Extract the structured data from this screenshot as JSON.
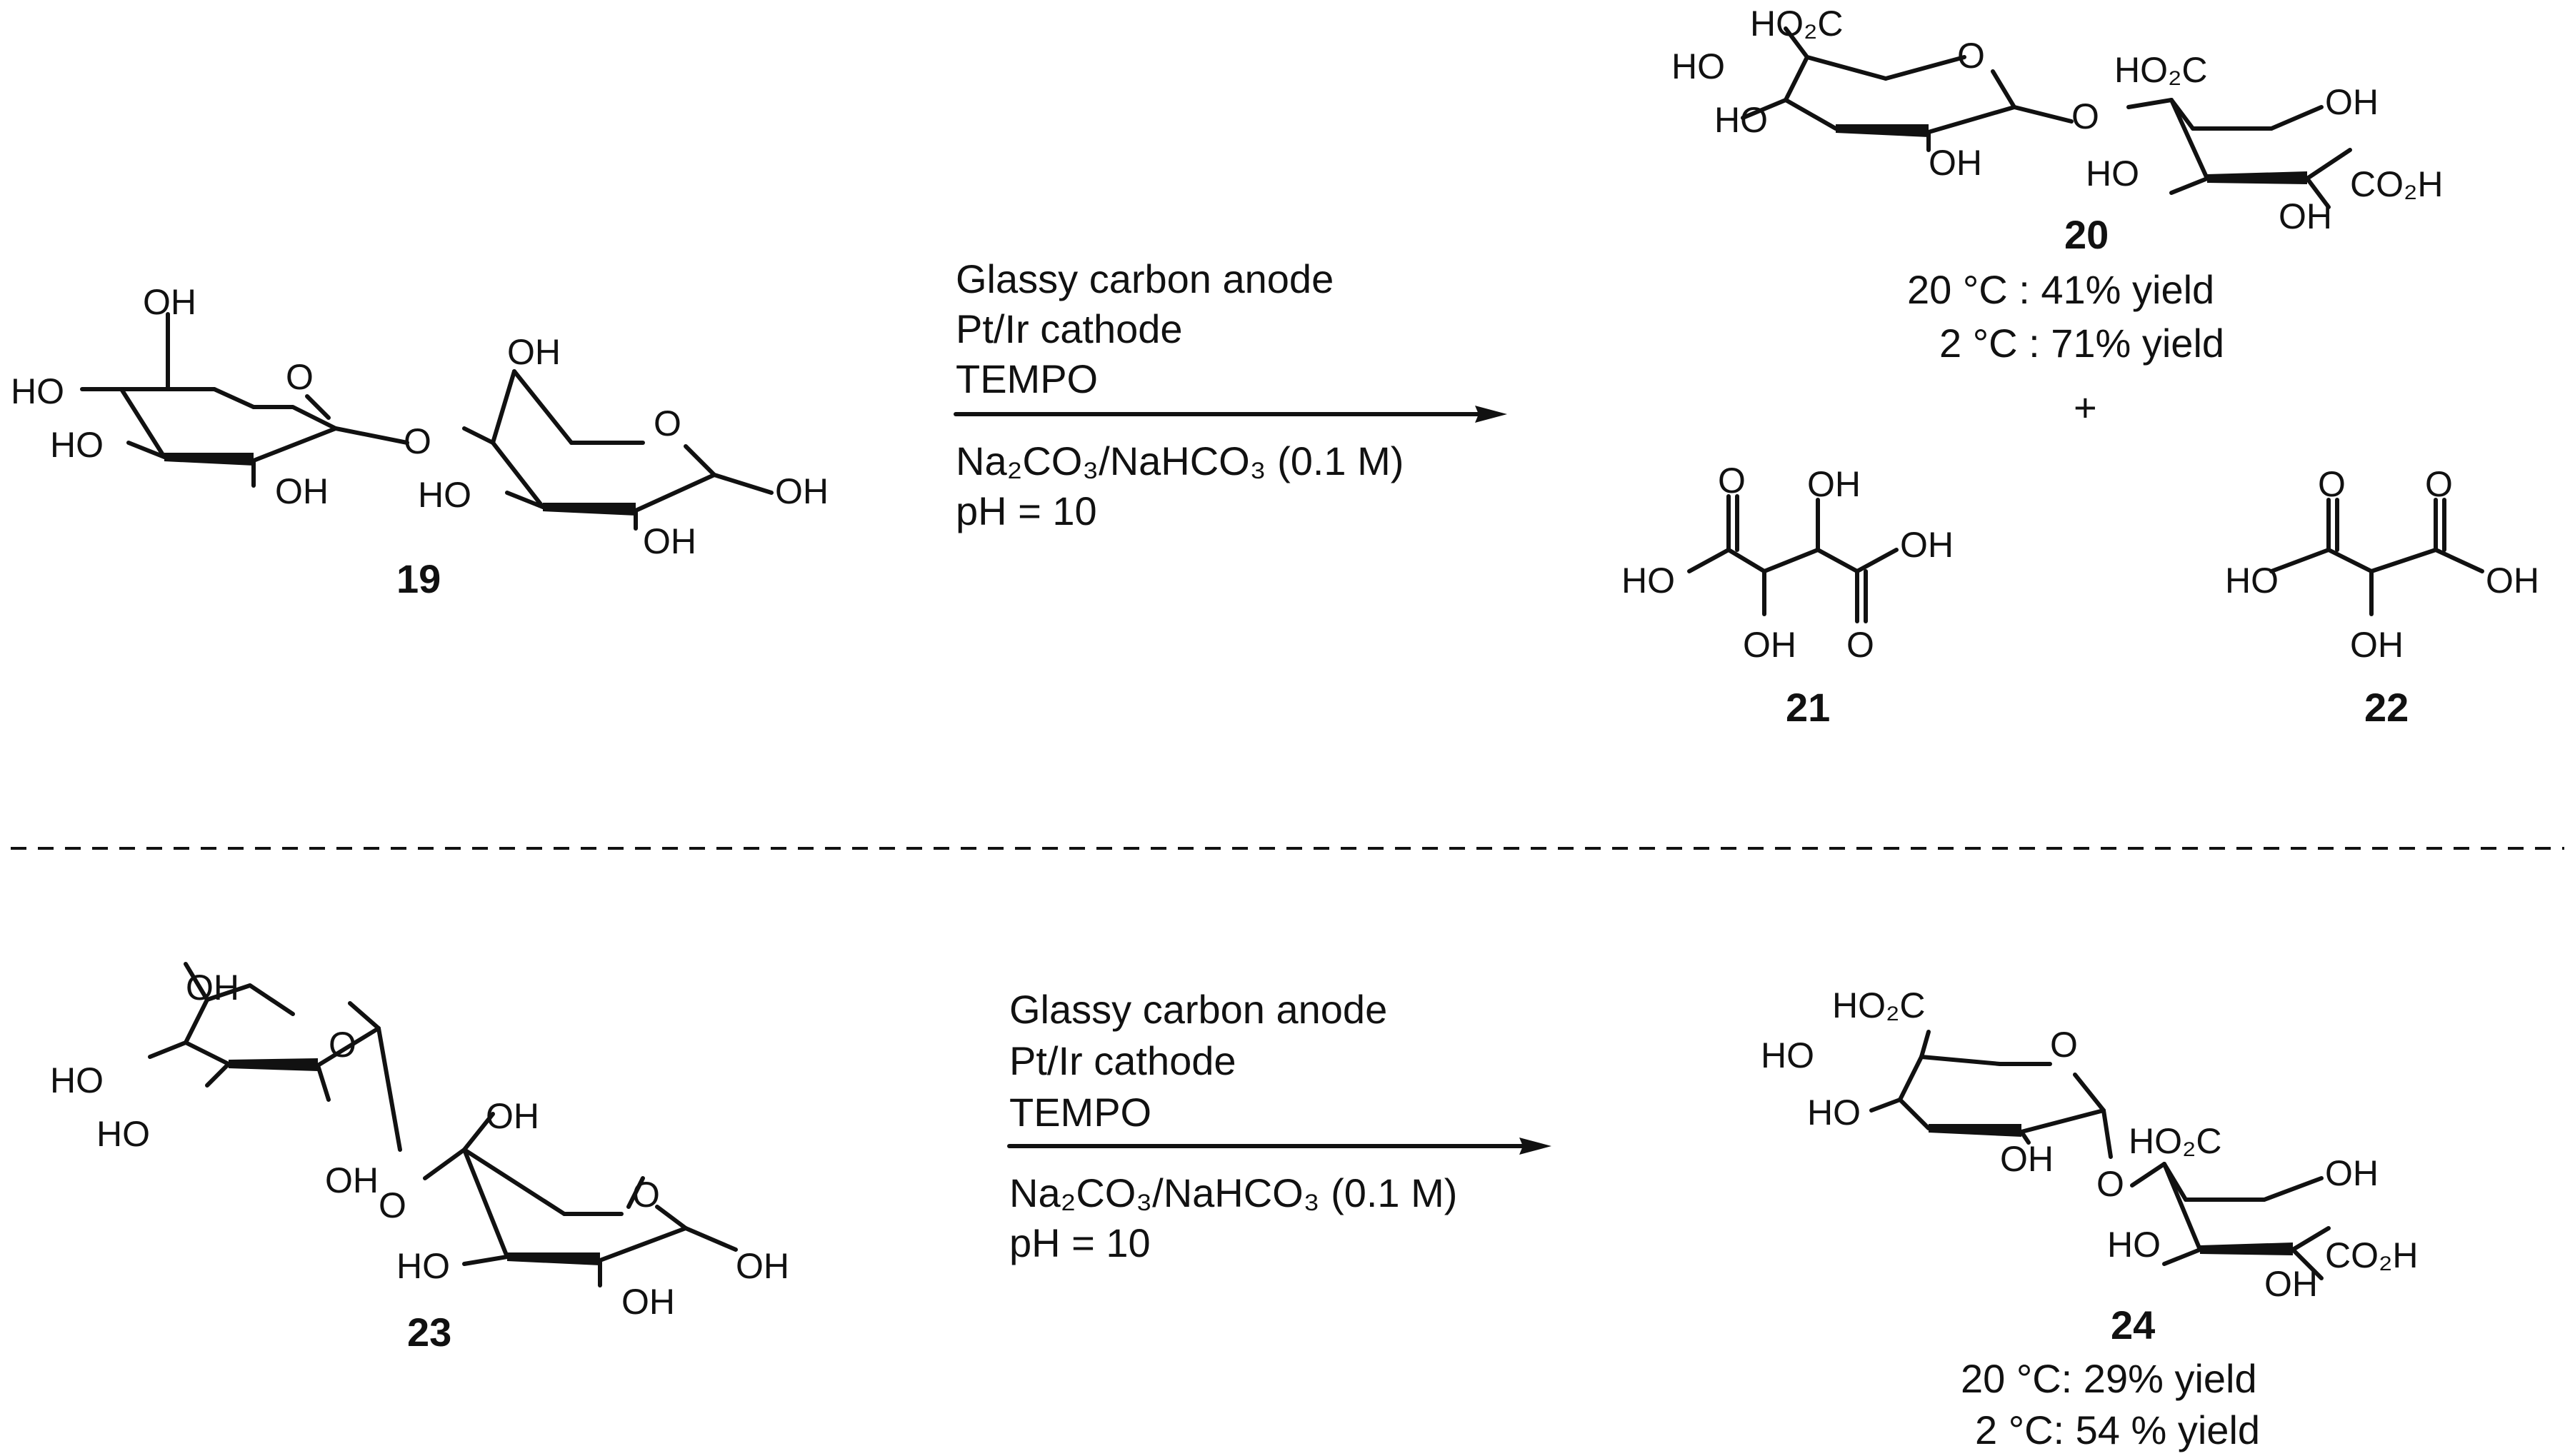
{
  "labels": {
    "oh": "OH",
    "ho": "HO",
    "o": "O",
    "ho2c": "HO₂C",
    "co2h": "CO₂H",
    "plus": "+"
  },
  "compounds": {
    "c19": "19",
    "c20": "20",
    "c21": "21",
    "c22": "22",
    "c23": "23",
    "c24": "24"
  },
  "reaction_top": {
    "line1": "Glassy carbon anode",
    "line2": "Pt/Ir cathode",
    "line3": "TEMPO",
    "line4": "Na₂CO₃/NaHCO₃ (0.1 M)",
    "line5": "pH = 10",
    "yield_a": "20 °C : 41% yield",
    "yield_b": "2 °C : 71% yield"
  },
  "reaction_bottom": {
    "line1": "Glassy carbon anode",
    "line2": "Pt/Ir cathode",
    "line3": "TEMPO",
    "line4": "Na₂CO₃/NaHCO₃ (0.1 M)",
    "line5": "pH = 10",
    "yield_a": "20 °C: 29% yield",
    "yield_b": "2 °C: 54 % yield"
  },
  "colors": {
    "ink": "#111111",
    "background": "#ffffff"
  }
}
